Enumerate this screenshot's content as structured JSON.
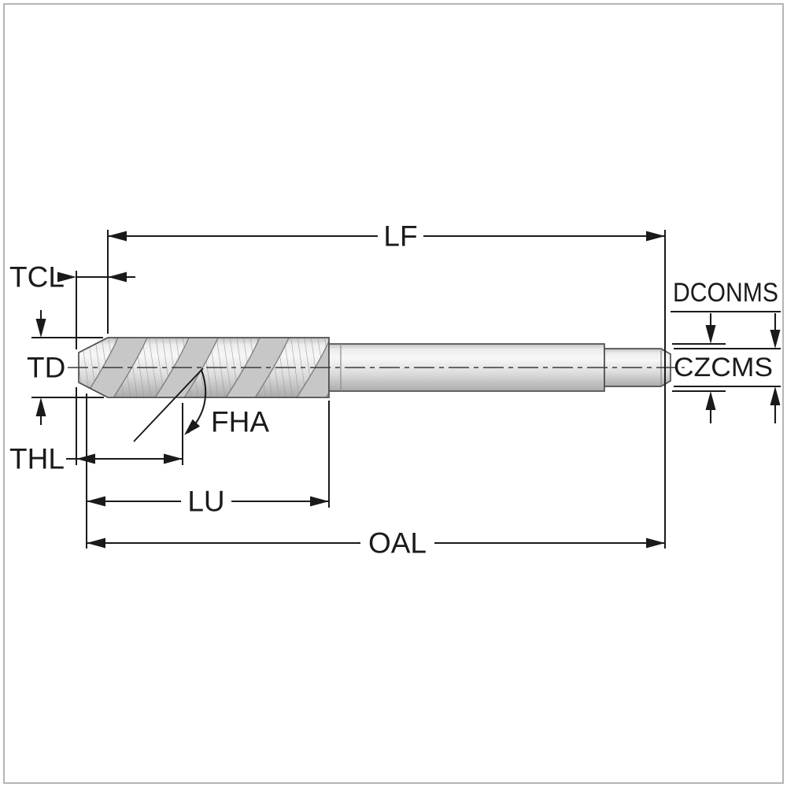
{
  "diagram": {
    "type": "technical-dimension-drawing",
    "subject": "spiral-flute-tap-side-view",
    "labels": {
      "lf": "LF",
      "tcl": "TCL",
      "td": "TD",
      "fha": "FHA",
      "thl": "THL",
      "lu": "LU",
      "oal": "OAL",
      "dconms": "DCONMS",
      "czcms": "CZCMS"
    },
    "colors": {
      "dimension_line": "#1a1a1a",
      "tool_outline": "#4f4f4f",
      "metal_light": "#f5f5f5",
      "metal_dark": "#ababab",
      "flute": "#c7c7c7",
      "page_border": "#b5b5b5",
      "background": "#ffffff"
    }
  }
}
